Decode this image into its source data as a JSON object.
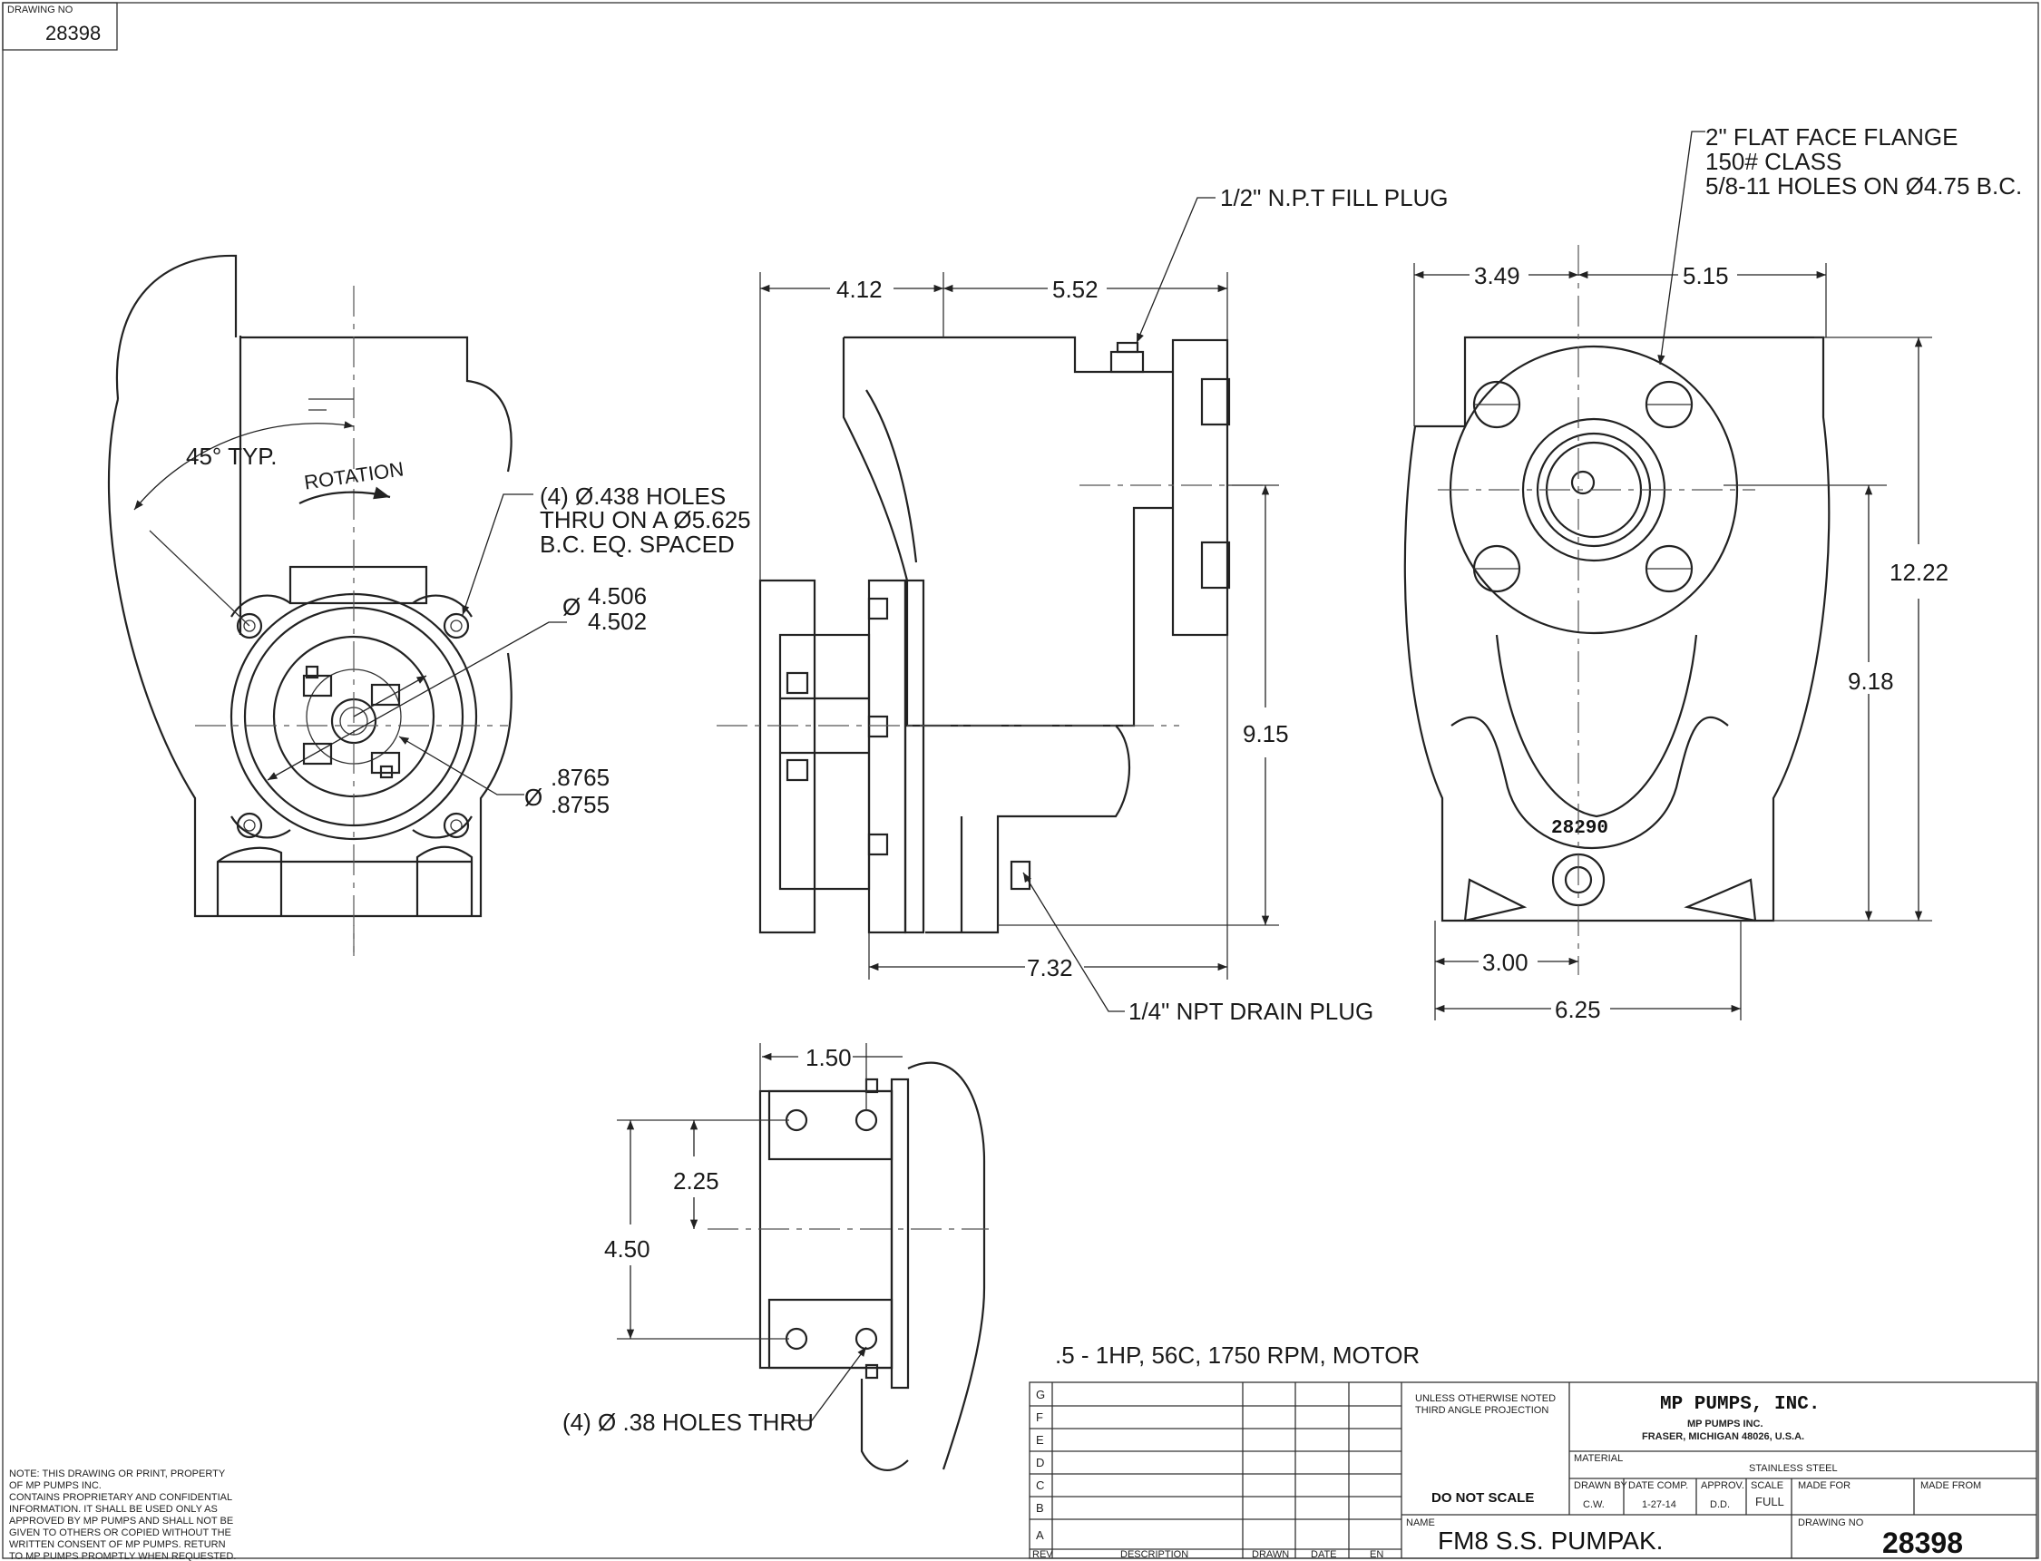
{
  "drawing_no_box": {
    "caption": "DRAWING NO",
    "number": "28398"
  },
  "front_view": {
    "angle_label": "45° TYP.",
    "rotation_label": "ROTATION",
    "holes_note": [
      "(4) Ø.438 HOLES",
      "THRU ON A Ø5.625",
      "B.C.  EQ. SPACED"
    ],
    "pilot_dia": [
      "4.506",
      "4.502"
    ],
    "shaft_dia": [
      ".8765",
      ".8755"
    ],
    "dia_symbol": "Ø"
  },
  "side_view": {
    "fill_plug": "1/2\" N.P.T FILL PLUG",
    "drain_plug": "1/4\" NPT DRAIN PLUG",
    "dims": {
      "left_top": "4.12",
      "right_top": "5.52",
      "height": "9.15",
      "length": "7.32"
    }
  },
  "discharge_view": {
    "flange_note": [
      "2\" FLAT FACE FLANGE",
      "150# CLASS",
      "5/8-11 HOLES ON Ø4.75 B.C."
    ],
    "dims": {
      "left_top": "3.49",
      "right_top": "5.15",
      "overall_height": "12.22",
      "center_height": "9.18",
      "base_half": "3.00",
      "base_width": "6.25"
    },
    "casting_no": "28290"
  },
  "base_view": {
    "dims": {
      "offset": "1.50",
      "half": "2.25",
      "full": "4.50"
    },
    "holes_note": "(4) Ø .38 HOLES THRU"
  },
  "motor_note": ".5 - 1HP, 56C, 1750 RPM, MOTOR",
  "property_note": [
    "NOTE: THIS DRAWING OR PRINT, PROPERTY",
    "OF MP PUMPS INC.",
    "CONTAINS  PROPRIETARY AND CONFIDENTIAL",
    "INFORMATION. IT SHALL BE USED ONLY AS",
    "APPROVED BY MP PUMPS AND SHALL NOT BE",
    "GIVEN TO OTHERS OR COPIED WITHOUT THE",
    "WRITTEN CONSENT OF MP PUMPS. RETURN",
    "TO MP PUMPS PROMPTLY WHEN REQUESTED."
  ],
  "title_block": {
    "rev_letters": [
      "G",
      "F",
      "E",
      "D",
      "C",
      "B",
      "A"
    ],
    "rev_headers": {
      "rev": "REV",
      "description": "DESCRIPTION",
      "drawn": "DRAWN",
      "date": "DATE",
      "en": "EN"
    },
    "projection": [
      "UNLESS OTHERWISE NOTED",
      "THIRD ANGLE PROJECTION"
    ],
    "do_not_scale": "DO NOT SCALE",
    "company": "MP PUMPS, INC.",
    "company_sub": "MP PUMPS INC.",
    "company_addr": "FRASER, MICHIGAN  48026, U.S.A.",
    "material_label": "MATERIAL",
    "material": "STAINLESS STEEL",
    "drawn_by_label": "DRAWN BY",
    "drawn_by": "C.W.",
    "date_comp_label": "DATE COMP.",
    "date_comp": "1-27-14",
    "approv_label": "APPROV.",
    "approv": "D.D.",
    "scale_label": "SCALE",
    "scale": "FULL",
    "made_for_label": "MADE FOR",
    "made_from_label": "MADE FROM",
    "name_label": "NAME",
    "name": "FM8 S.S. PUMPAK.",
    "drawing_no_label": "DRAWING NO",
    "drawing_no": "28398"
  }
}
